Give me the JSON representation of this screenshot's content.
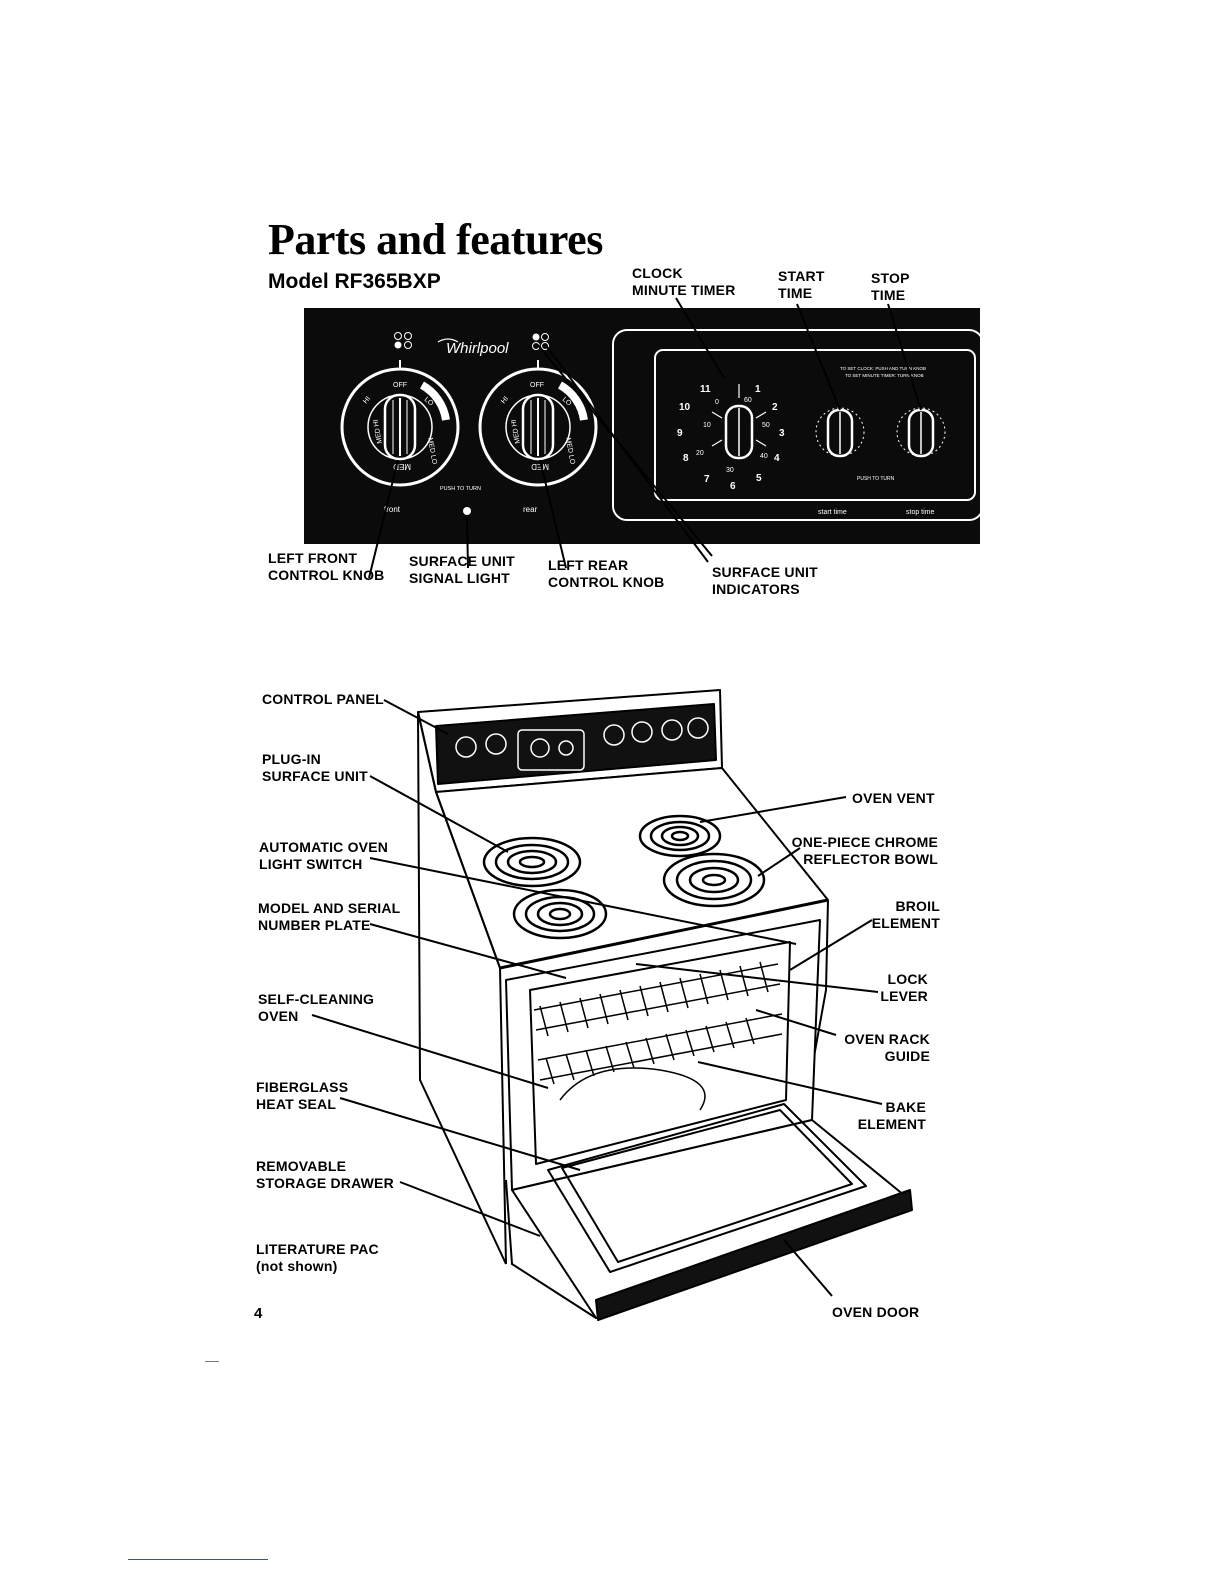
{
  "page": {
    "title": "Parts and features",
    "model": "Model RF365BXP",
    "page_number": "4"
  },
  "control_panel": {
    "brand": "Whirlpool",
    "knob_marks": {
      "off": "OFF",
      "lo": "LO",
      "hi": "HI",
      "med": "MED",
      "med_lo": "MED LO",
      "med_hi": "MED HI"
    },
    "push_to_turn": "PUSH TO TURN",
    "front": "front",
    "rear": "rear",
    "clock_instruction_1": "TO SET CLOCK: PUSH AND TURN KNOB",
    "clock_instruction_2": "TO SET MINUTE TIMER: TURN KNOB",
    "push_to_turn_timer": "PUSH TO TURN",
    "start_time": "start time",
    "stop_time": "stop time",
    "clock_numbers": [
      "11",
      "1",
      "10",
      "2",
      "9",
      "3",
      "8",
      "4",
      "7",
      "6",
      "5"
    ],
    "timer_numbers": [
      "0",
      "60",
      "10",
      "50",
      "20",
      "40",
      "30"
    ]
  },
  "panel_callouts": {
    "clock_minute_timer": "CLOCK\nMINUTE TIMER",
    "start_time": "START\nTIME",
    "stop_time": "STOP\nTIME",
    "left_front_knob": "LEFT FRONT\nCONTROL KNOB",
    "signal_light": "SURFACE UNIT\nSIGNAL LIGHT",
    "left_rear_knob": "LEFT REAR\nCONTROL KNOB",
    "unit_indicators": "SURFACE UNIT\nINDICATORS"
  },
  "range_callouts": {
    "control_panel": "CONTROL PANEL",
    "plug_in_unit": "PLUG-IN\nSURFACE UNIT",
    "auto_light_switch": "AUTOMATIC OVEN\nLIGHT SWITCH",
    "model_plate": "MODEL AND SERIAL\nNUMBER PLATE",
    "self_cleaning_oven": "SELF-CLEANING\nOVEN",
    "fiberglass_seal": "FIBERGLASS\nHEAT SEAL",
    "storage_drawer": "REMOVABLE\nSTORAGE DRAWER",
    "literature_pac": "LITERATURE PAC\n(not shown)",
    "oven_vent": "OVEN VENT",
    "reflector_bowl": "ONE-PIECE CHROME\nREFLECTOR BOWL",
    "broil_element": "BROIL\nELEMENT",
    "lock_lever": "LOCK\nLEVER",
    "rack_guide": "OVEN RACK\nGUIDE",
    "bake_element": "BAKE\nELEMENT",
    "oven_door": "OVEN DOOR"
  }
}
